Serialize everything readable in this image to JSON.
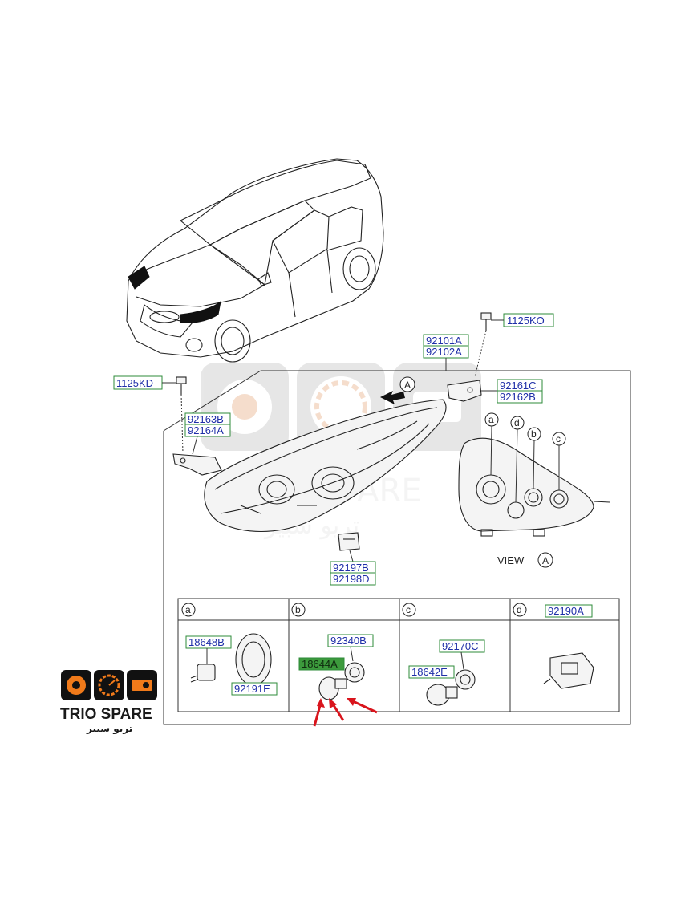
{
  "labels": {
    "p1125ko": "1125KO",
    "p92101a": "92101A",
    "p92102a": "92102A",
    "p1125kd": "1125KD",
    "p92161c": "92161C",
    "p92162b": "92162B",
    "p92163b": "92163B",
    "p92164a": "92164A",
    "p92197b": "92197B",
    "p92198d": "92198D",
    "p18648b": "18648B",
    "p92191e": "92191E",
    "p92340b": "92340B",
    "p18644a": "18644A",
    "p92170c": "92170C",
    "p18642e": "18642E",
    "p92190a": "92190A"
  },
  "callouts": {
    "a": "a",
    "b": "b",
    "c": "c",
    "d": "d",
    "A": "A"
  },
  "view_label": "VIEW",
  "view_letter": "A",
  "brand": {
    "name": "TRIO SPARE",
    "arabic": "تريو سبير"
  },
  "watermark": {
    "latin": "TRIO SPARE",
    "arabic": "تريو سبير"
  },
  "colors": {
    "label_text": "#1f2fa8",
    "label_border": "#2e8b3a",
    "highlight": "#3c9a3c",
    "arrow_red": "#d9141c",
    "logo_orange": "#f07a1a"
  },
  "icons": [
    "speaker-icon",
    "speedometer-icon",
    "engine-icon"
  ]
}
